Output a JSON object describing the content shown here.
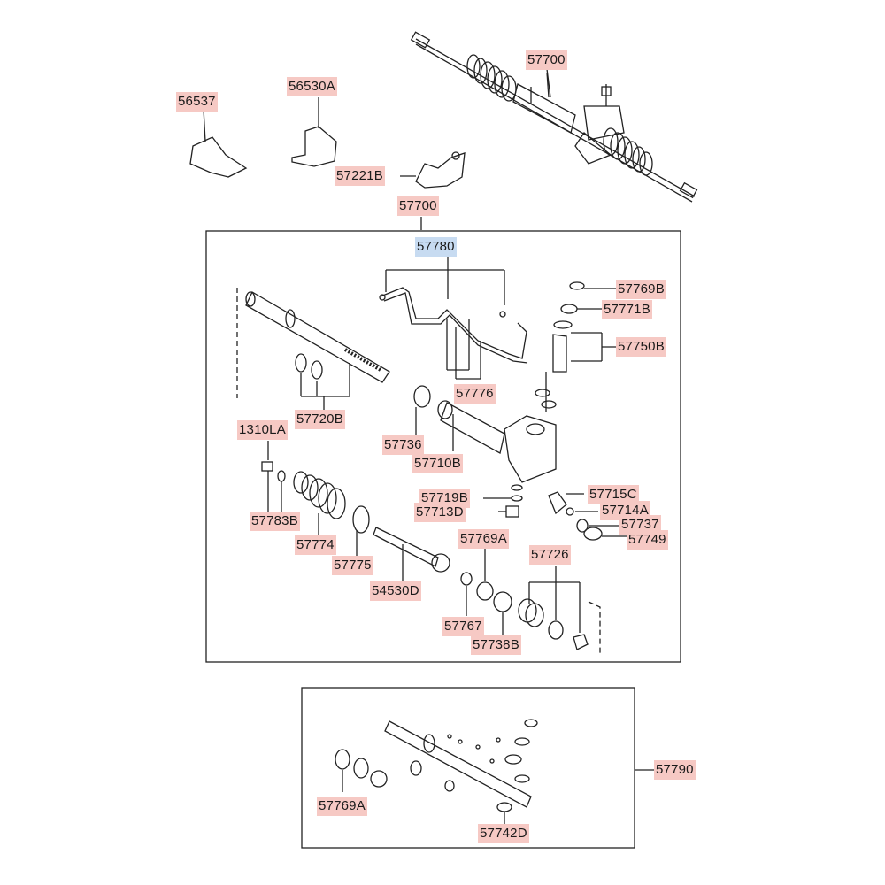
{
  "colors": {
    "label_bg": "#f6c9c4",
    "label_highlight_bg": "#c7dbf1",
    "line": "#222222"
  },
  "labels": {
    "p56537": "56537",
    "p56530a": "56530A",
    "p57221b": "57221B",
    "p57700_top": "57700",
    "p57700_box": "57700",
    "p57780": "57780",
    "p57769b": "57769B",
    "p57771b": "57771B",
    "p57750b": "57750B",
    "p57776": "57776",
    "p57720b": "57720B",
    "p1310la": "1310LA",
    "p57736": "57736",
    "p57710b": "57710B",
    "p57719b": "57719B",
    "p57713d": "57713D",
    "p57715c": "57715C",
    "p57714a": "57714A",
    "p57737": "57737",
    "p57749": "57749",
    "p57783b": "57783B",
    "p57774": "57774",
    "p57775": "57775",
    "p54530d": "54530D",
    "p57769a": "57769A",
    "p57726": "57726",
    "p57767": "57767",
    "p57738b": "57738B",
    "p57790": "57790",
    "p57769a_kit": "57769A",
    "p57742d": "57742D"
  }
}
